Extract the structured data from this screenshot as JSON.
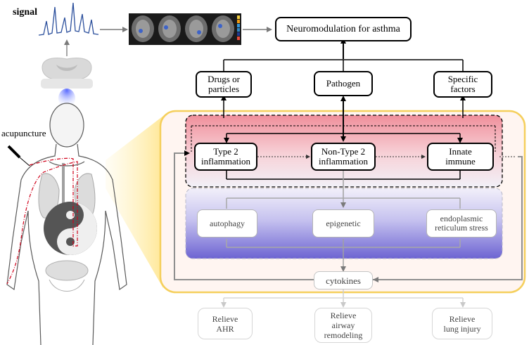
{
  "signal_label": "signal",
  "acupuncture_label": "acupuncture",
  "top": {
    "neuromodulation": "Neuromodulation for asthma",
    "drugs": "Drugs or\nparticles",
    "pathogen": "Pathogen",
    "specific": "Specific\nfactors"
  },
  "inflammation": {
    "type2": "Type 2\ninflammation",
    "nontype2": "Non-Type 2\ninflammation",
    "innate": "Innate\nimmune"
  },
  "mechanisms": {
    "autophagy": "autophagy",
    "epigenetic": "epigenetic",
    "er_stress": "endoplasmic\nreticulum stress"
  },
  "cytokines": "cytokines",
  "outcomes": {
    "ahr": "Relieve\nAHR",
    "airway": "Relieve\nairway\nremodeling",
    "lung": "Relieve\nlung injury"
  },
  "colors": {
    "panel_border": "#f5d36a",
    "panel_fill": "#fff4ef",
    "red_band": "#f29aa4",
    "blue_band": "#7b73d6",
    "acupuncture_path": "#d0021b"
  }
}
